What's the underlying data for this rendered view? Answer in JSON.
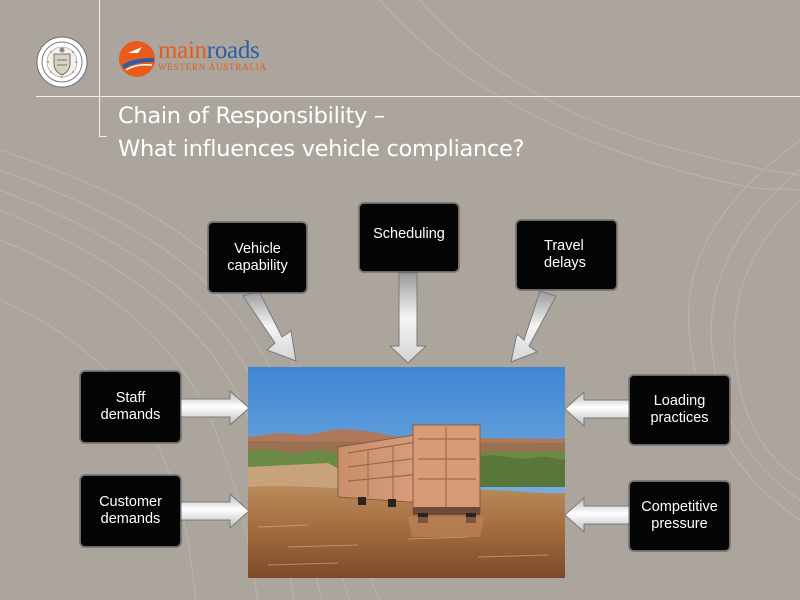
{
  "header": {
    "logo": {
      "brand_main": "main",
      "brand_roads": "roads",
      "brand_sub": "WESTERN AUSTRALIA",
      "colors": {
        "orange": "#e85b1a",
        "blue": "#2c5da6"
      }
    },
    "crest_icon": "government-crest-icon"
  },
  "title": {
    "line1": "Chain of Responsibility –",
    "line2": "What influences vehicle compliance?"
  },
  "factors": {
    "vehicle_capability": "Vehicle\ncapability",
    "scheduling": "Scheduling",
    "travel_delays": "Travel\ndelays",
    "staff_demands": "Staff\ndemands",
    "customer_demands": "Customer\ndemands",
    "loading_practices": "Loading\npractices",
    "competitive_pressure": "Competitive\npressure"
  },
  "photo": {
    "subject": "road-train-crossing-river-photo"
  },
  "colors": {
    "background": "#aba59e",
    "box": "#050505",
    "text": "#ffffff"
  }
}
